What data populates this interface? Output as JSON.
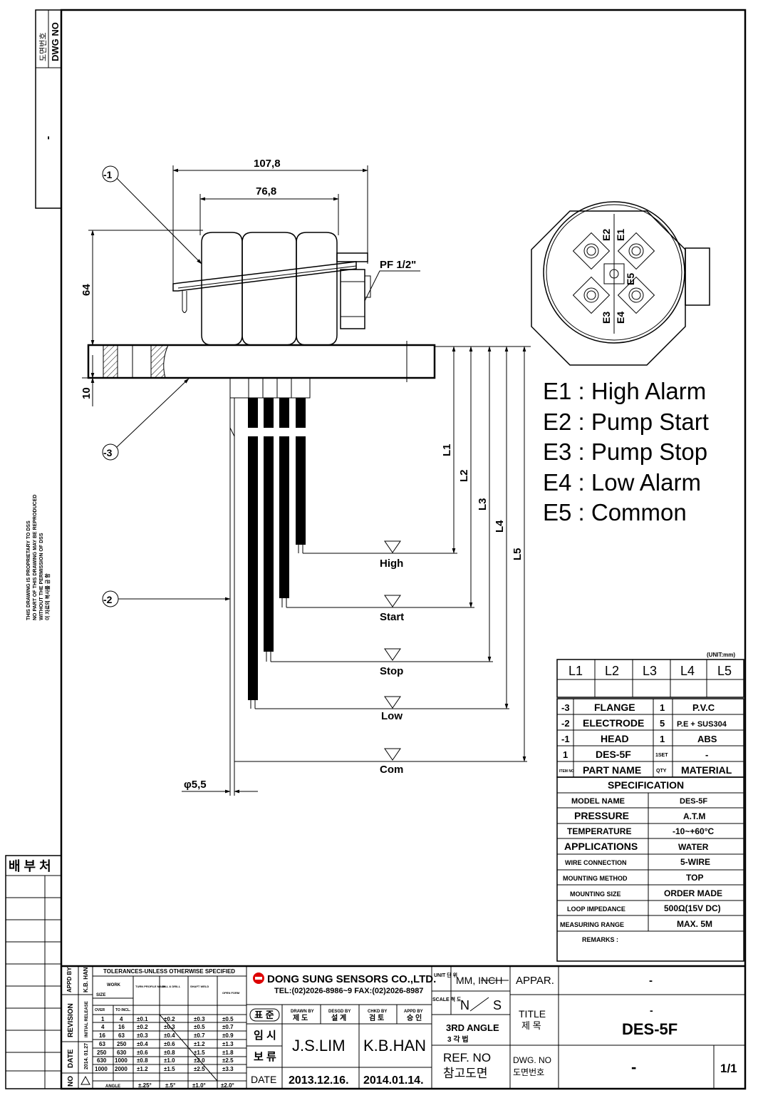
{
  "side": {
    "dwg_no_label": "DWG NO",
    "dwg_no_kor": "도면번호",
    "dwg_no_value": "-",
    "proprietary_1": "THIS DRAWING IS PROPRIETARY TO DSS",
    "proprietary_2": "NO PART OF THIS DRAWING MAY BE REPRODUCED",
    "proprietary_3": "WITHOUT THE PERMISSION OF DSS",
    "proprietary_4": "이 자료의 복사를 금 함",
    "distribution": "배 부 처"
  },
  "drawing": {
    "dim_total_width": "107,8",
    "dim_inner_width": "76,8",
    "dim_height": "64",
    "dim_flange": "10",
    "thread": "PF 1/2\"",
    "dim_rod": "φ5,5",
    "callout_head": "-1",
    "callout_electrode": "-2",
    "callout_flange": "-3",
    "L1": "L1",
    "L2": "L2",
    "L3": "L3",
    "L4": "L4",
    "L5": "L5",
    "level_high": "High",
    "level_start": "Start",
    "level_stop": "Stop",
    "level_low": "Low",
    "level_com": "Com",
    "top_e1": "E1",
    "top_e2": "E2",
    "top_e3": "E3",
    "top_e4": "E4",
    "top_e5": "E5"
  },
  "legend": [
    "E1 : High Alarm",
    "E2 : Pump Start",
    "E3 : Pump Stop",
    "E4 : Low Alarm",
    "E5 : Common"
  ],
  "lengths": {
    "unit": "(UNIT:mm)",
    "headers": [
      "L1",
      "L2",
      "L3",
      "L4",
      "L5"
    ]
  },
  "parts": [
    {
      "no": "-3",
      "name": "FLANGE",
      "qty": "1",
      "material": "P.V.C"
    },
    {
      "no": "-2",
      "name": "ELECTRODE",
      "qty": "5",
      "material": "P.E + SUS304"
    },
    {
      "no": "-1",
      "name": "HEAD",
      "qty": "1",
      "material": "ABS"
    },
    {
      "no": "1",
      "name": "DES-5F",
      "qty": "1SET",
      "material": "-"
    }
  ],
  "parts_header": {
    "no": "ITEM NO",
    "name": "PART NAME",
    "qty": "QTY",
    "material": "MATERIAL"
  },
  "spec_title": "SPECIFICATION",
  "spec": [
    {
      "k": "MODEL NAME",
      "v": "DES-5F"
    },
    {
      "k": "PRESSURE",
      "v": "A.T.M"
    },
    {
      "k": "TEMPERATURE",
      "v": "-10~+60°C"
    },
    {
      "k": "APPLICATIONS",
      "v": "WATER"
    },
    {
      "k": "WIRE CONNECTION",
      "v": "5-WIRE"
    },
    {
      "k": "MOUNTING METHOD",
      "v": "TOP"
    },
    {
      "k": "MOUNTING SIZE",
      "v": "ORDER MADE"
    },
    {
      "k": "LOOP IMPEDANCE",
      "v": "500Ω(15V DC)"
    },
    {
      "k": "MEASURING RANGE",
      "v": "MAX. 5M"
    }
  ],
  "remarks": "REMARKS :",
  "title_block": {
    "appd_by": "APPD BY",
    "revision": "REVISION",
    "date": "DATE",
    "no": "NO",
    "kb_han": "K.B. HAN",
    "initial_release": "INITIAL RELEASE",
    "release_date": "2014. 01.27",
    "tolerance_title": "TOLERANCES-UNLESS OTHERWISE SPECIFIED",
    "tol_work": "WORK",
    "tol_size": "SIZE",
    "tol_head": [
      "OVER",
      "TO INCL."
    ],
    "tol_cols": [
      "TURN PROFILE MACH",
      "MILL & DRILL",
      "SHAFT WELD",
      "OPEN FORM"
    ],
    "tol_rows": [
      [
        "1",
        "4",
        "±0.1",
        "±0.2",
        "±0.3",
        "±0.5"
      ],
      [
        "4",
        "16",
        "±0.2",
        "±0.3",
        "±0.5",
        "±0.7"
      ],
      [
        "16",
        "63",
        "±0.3",
        "±0.4",
        "±0.7",
        "±0.9"
      ],
      [
        "63",
        "250",
        "±0.4",
        "±0.6",
        "±1.2",
        "±1.3"
      ],
      [
        "250",
        "630",
        "±0.6",
        "±0.8",
        "±1.5",
        "±1.8"
      ],
      [
        "630",
        "1000",
        "±0.8",
        "±1.0",
        "±2.0",
        "±2.5"
      ],
      [
        "1000",
        "2000",
        "±1.2",
        "±1.5",
        "±2.5",
        "±3.3"
      ]
    ],
    "tol_angle": [
      "ANGLE",
      "±.25°",
      "±.5°",
      "±1.0°",
      "±2.0°"
    ],
    "company": "DONG SUNG SENSORS CO.,LTD.",
    "tel": "TEL:(02)2026-8986~9  FAX:(02)2026-8987",
    "std": "표 준",
    "drawn_by": "DRAWN BY",
    "drawn_kor": "제 도",
    "desgd_by": "DESGD BY",
    "desgd_kor": "설 계",
    "chkd_by": "CHKD BY",
    "chkd_kor": "검 토",
    "appd_by2": "APPD BY",
    "appd_kor": "승 인",
    "im_si": "임 시",
    "bo_ryu": "보 류",
    "date_label": "DATE",
    "drawn_name": "J.S.LIM",
    "chkd_name": "K.B.HAN",
    "date1": "2013.12.16.",
    "date2": "2014.01.14.",
    "unit_label": "UNIT 단 위",
    "unit_value": "MM, INCH",
    "scale_label": "SCALE 척 도",
    "scale_n": "N",
    "scale_s": "S",
    "angle_proj": "3RD ANGLE",
    "angle_kor": "3 각 법",
    "ref_no": "REF. NO",
    "ref_kor": "참고도면",
    "appar": "APPAR.",
    "appar_value": "-",
    "title_label": "TITLE",
    "title_kor": "제 목",
    "title_dash": "-",
    "title_value": "DES-5F",
    "dwg_no": "DWG. NO",
    "dwg_no_kor": "도면번호",
    "dwg_value": "-",
    "sheet": "1/1"
  }
}
